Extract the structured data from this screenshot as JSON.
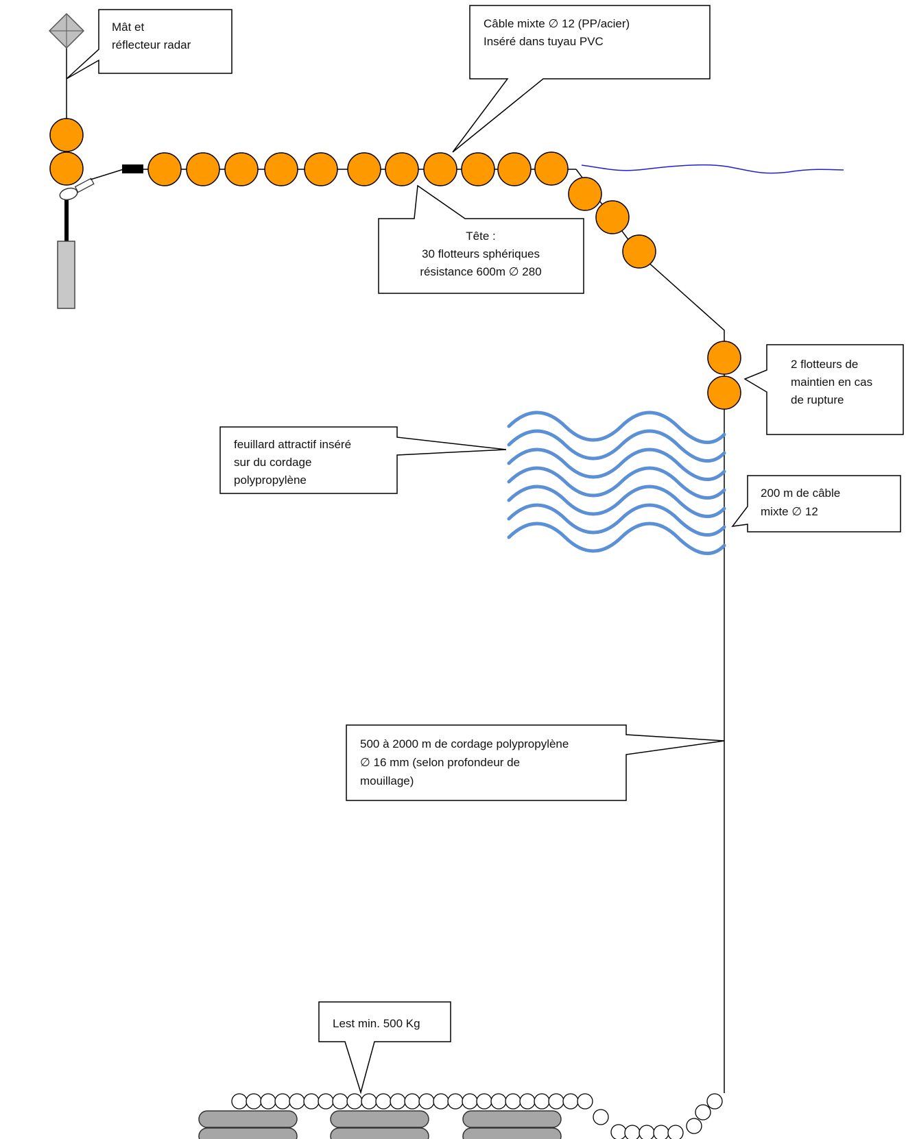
{
  "colors": {
    "float": "#ff9900",
    "line": "#000000",
    "water": "#1f1fd0",
    "streamer": "#5b8fd6",
    "weight": "#a6a6a6",
    "reflector": "#bfbfbf",
    "buoy": "#c8c8c8"
  },
  "icons": {
    "reflector": "radar-reflector-icon",
    "weights": "ballast-weight-icon"
  },
  "callouts": {
    "mast": {
      "lines": [
        "Mât et",
        "réflecteur radar"
      ]
    },
    "cable": {
      "lines": [
        "Câble mixte  ∅ 12 (PP/acier)",
        "Inséré dans  tuyau PVC"
      ]
    },
    "head": {
      "lines": [
        "Tête :",
        "30 flotteurs sphériques",
        "résistance 600m ∅ 280"
      ]
    },
    "maintain": {
      "lines": [
        "2 flotteurs de",
        "maintien en cas",
        "de rupture"
      ]
    },
    "streamer": {
      "lines": [
        "feuillard attractif inséré",
        "sur du cordage",
        "polypropylène"
      ]
    },
    "cable200": {
      "lines": [
        "200 m de câble",
        "mixte  ∅ 12"
      ]
    },
    "rope": {
      "lines": [
        "500 à 2000 m de cordage polypropylène",
        "∅    16    mm      (selon profondeur de",
        "mouillage)"
      ]
    },
    "ballast": {
      "lines": [
        "Lest min. 500 Kg"
      ]
    }
  }
}
